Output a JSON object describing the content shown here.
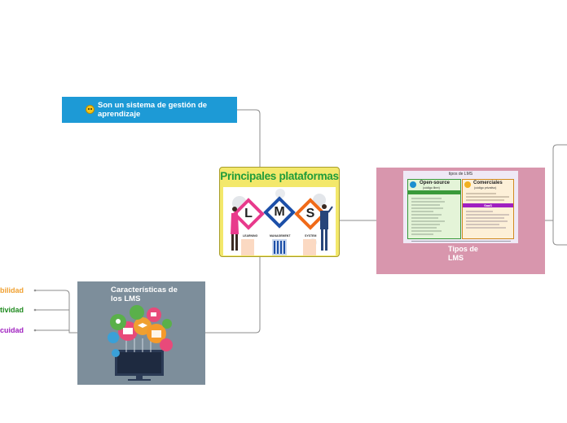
{
  "nodes": {
    "top_left": {
      "label": "Son un sistema de gestión de aprendizaje"
    },
    "center": {
      "title": "Principales plataformas",
      "letters": [
        "L",
        "M",
        "S"
      ],
      "subwords": [
        "LEARNING",
        "MANAGEMENT",
        "SYSTEM"
      ]
    },
    "right": {
      "label": "Tipos de LMS",
      "image": {
        "title": "tipos de LMS",
        "open_source_title": "Open-source",
        "open_source_sub": "(código libre)",
        "commercial_title": "Comerciales",
        "commercial_sub": "(código privativo)",
        "saas_label": "SaaS"
      }
    },
    "bottom_left": {
      "label": "Características de los LMS"
    }
  },
  "side_labels": [
    {
      "text": "bilidad",
      "color": "#f0a030"
    },
    {
      "text": "tividad",
      "color": "#1e8a1e"
    },
    {
      "text": "cuidad",
      "color": "#a020c0"
    }
  ],
  "colors": {
    "blue_node": "#1d9ad6",
    "center_node": "#f3e86b",
    "pink_node": "#d896ad",
    "gray_node": "#7d8e9b",
    "line": "#888888"
  }
}
